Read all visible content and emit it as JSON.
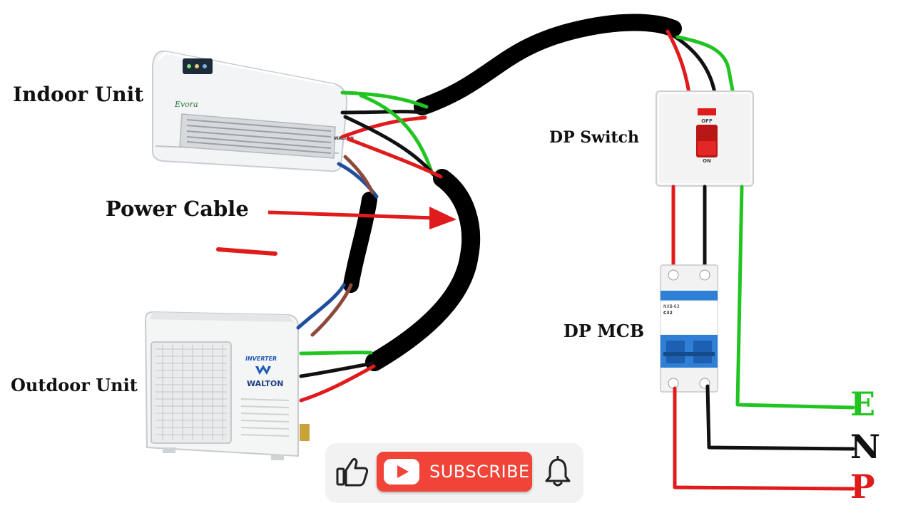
{
  "labels": {
    "indoor_unit": "Indoor Unit",
    "power_cable": "Power Cable",
    "outdoor_unit": "Outdoor Unit",
    "dp_switch": "DP Switch",
    "dp_mcb": "DP MCB",
    "earth": "E",
    "neutral": "N",
    "phase": "P"
  },
  "switch_face": {
    "off": "OFF",
    "on": "ON"
  },
  "mcb_face": {
    "model": "NXB-63",
    "rating": "C32"
  },
  "outdoor_brand": {
    "tagline": "INVERTER",
    "name": "WALTON"
  },
  "indoor_brand": {
    "logo": "WALTON",
    "script": "Evora"
  },
  "subscribe": {
    "label": "SUBSCRIBE"
  },
  "icons": {
    "like": "thumbs-up-icon",
    "play": "play-icon",
    "bell": "bell-icon"
  },
  "colors": {
    "phase": "#e01b1b",
    "neutral": "#111111",
    "earth": "#22c422",
    "subscribe": "#f04438",
    "brown": "#8b4a3c",
    "blue": "#1f4e9c"
  }
}
